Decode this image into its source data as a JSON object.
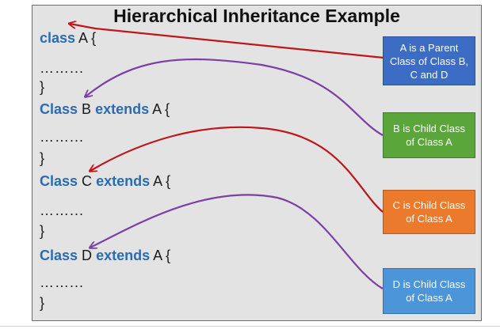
{
  "title": "Hierarchical Inheritance Example",
  "code": {
    "line1": {
      "kw": "class",
      "rest": " A {"
    },
    "dots": "……...",
    "close": "}",
    "lineB": {
      "kw1": "Class",
      "name": " B ",
      "kw2": "extends",
      "rest": " A {"
    },
    "lineC": {
      "kw1": "Class",
      "name": " C ",
      "kw2": "extends",
      "rest": " A {"
    },
    "lineD": {
      "kw1": "Class",
      "name": " D ",
      "kw2": "extends",
      "rest": " A {"
    }
  },
  "notes": {
    "a": {
      "text": "A is a Parent Class of Class B, C and D",
      "color": "#3c6cc4"
    },
    "b": {
      "text": "B is Child Class of Class A",
      "color": "#5aa63a"
    },
    "c": {
      "text": "C is Child Class of Class A",
      "color": "#ec7a2c"
    },
    "d": {
      "text": "D is Child Class of Class A",
      "color": "#4b95d8"
    }
  },
  "arrow_colors": {
    "red": "#c0161b",
    "purple": "#7b3fa6"
  }
}
